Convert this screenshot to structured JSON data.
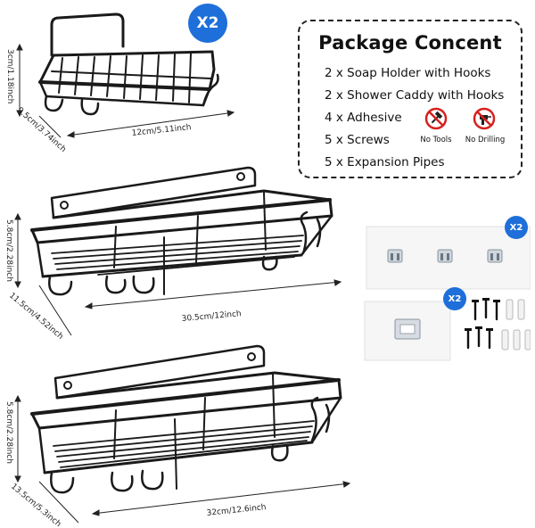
{
  "badges": {
    "soap_holder_qty": "X2",
    "adhesive_qty": "X2",
    "plate_qty": "X2"
  },
  "package": {
    "title": "Package Concent",
    "items": [
      "2 x Soap Holder with Hooks",
      "2 x Shower Caddy with Hooks",
      "4 x Adhesive",
      "5 x Screws",
      "5 x Expansion Pipes"
    ],
    "icons": [
      {
        "icon": "hammer-prohibited-icon",
        "label": "No Tools"
      },
      {
        "icon": "drill-prohibited-icon",
        "label": "No Drilling"
      }
    ]
  },
  "dimensions": {
    "soap_height": "3cm/1.18inch",
    "soap_depth": "9.5cm/3.74inch",
    "soap_width": "12cm/5.11inch",
    "caddy1_height": "5.8cm/2.28inch",
    "caddy1_depth": "11.5cm/4.52inch",
    "caddy1_width": "30.5cm/12inch",
    "caddy2_height": "5.8cm/2.28inch",
    "caddy2_depth": "13.5cm/5.3inch",
    "caddy2_width": "32cm/12.6inch"
  },
  "colors": {
    "badge": "#1e6fd9",
    "metal": "#1a1a1a",
    "prohibit": "#d62020"
  }
}
